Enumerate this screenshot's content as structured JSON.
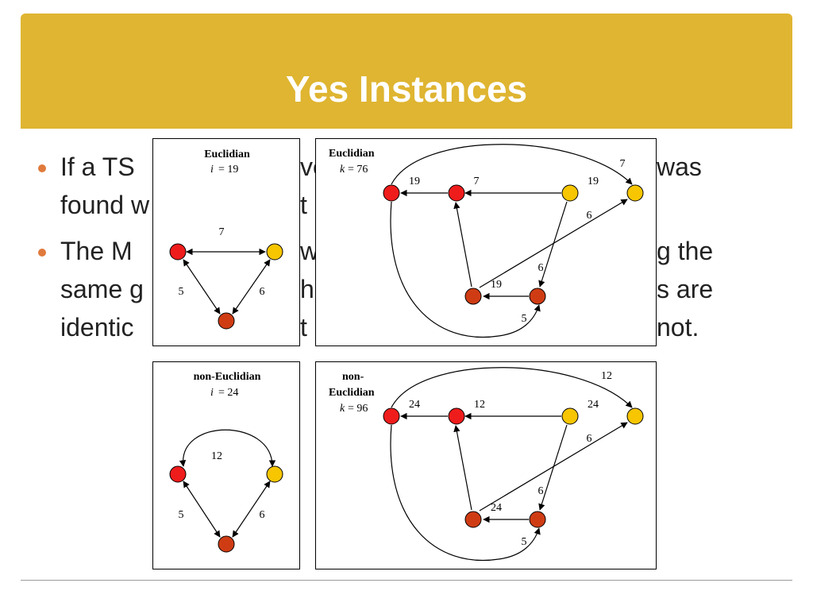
{
  "slide": {
    "title": "Yes Instances",
    "colors": {
      "title_bar": "#dfb531",
      "bullet": "#e07a3c",
      "node_red": "#ef1c1c",
      "node_yellow": "#f7c600",
      "node_dark": "#cf3c14"
    }
  },
  "bullets": [
    {
      "lines": [
        "If a TS",
        "found w"
      ],
      "right_fragments": [
        "ve",
        "was",
        "t"
      ]
    },
    {
      "lines": [
        "The M",
        "same g",
        "identic"
      ],
      "right_fragments": [
        "w",
        "g the",
        "he",
        "s are",
        "t",
        "not."
      ]
    }
  ],
  "panels": [
    {
      "title": "Euclidian",
      "param_name": "i",
      "param_value": "= 19",
      "nodes": [
        {
          "id": "a",
          "color": "red"
        },
        {
          "id": "b",
          "color": "yellow"
        },
        {
          "id": "c",
          "color": "dark"
        }
      ],
      "edges": [
        {
          "from": "a",
          "to": "b",
          "label": "7"
        },
        {
          "from": "a",
          "to": "c",
          "label": "5"
        },
        {
          "from": "b",
          "to": "c",
          "label": "6"
        }
      ]
    },
    {
      "title": "Euclidian",
      "param_name": "k",
      "param_value": "= 76",
      "edge_labels": [
        "19",
        "7",
        "19",
        "7",
        "6",
        "6",
        "19",
        "5"
      ]
    },
    {
      "title": "non-Euclidian",
      "param_name": "i",
      "param_value": "= 24",
      "edges": [
        {
          "from": "a",
          "to": "b",
          "label": "12"
        },
        {
          "from": "a",
          "to": "c",
          "label": "5"
        },
        {
          "from": "b",
          "to": "c",
          "label": "6"
        }
      ]
    },
    {
      "title_line1": "non-",
      "title_line2": "Euclidian",
      "param_name": "k",
      "param_value": "= 96",
      "edge_labels": [
        "24",
        "12",
        "24",
        "12",
        "6",
        "6",
        "24",
        "5"
      ]
    }
  ]
}
